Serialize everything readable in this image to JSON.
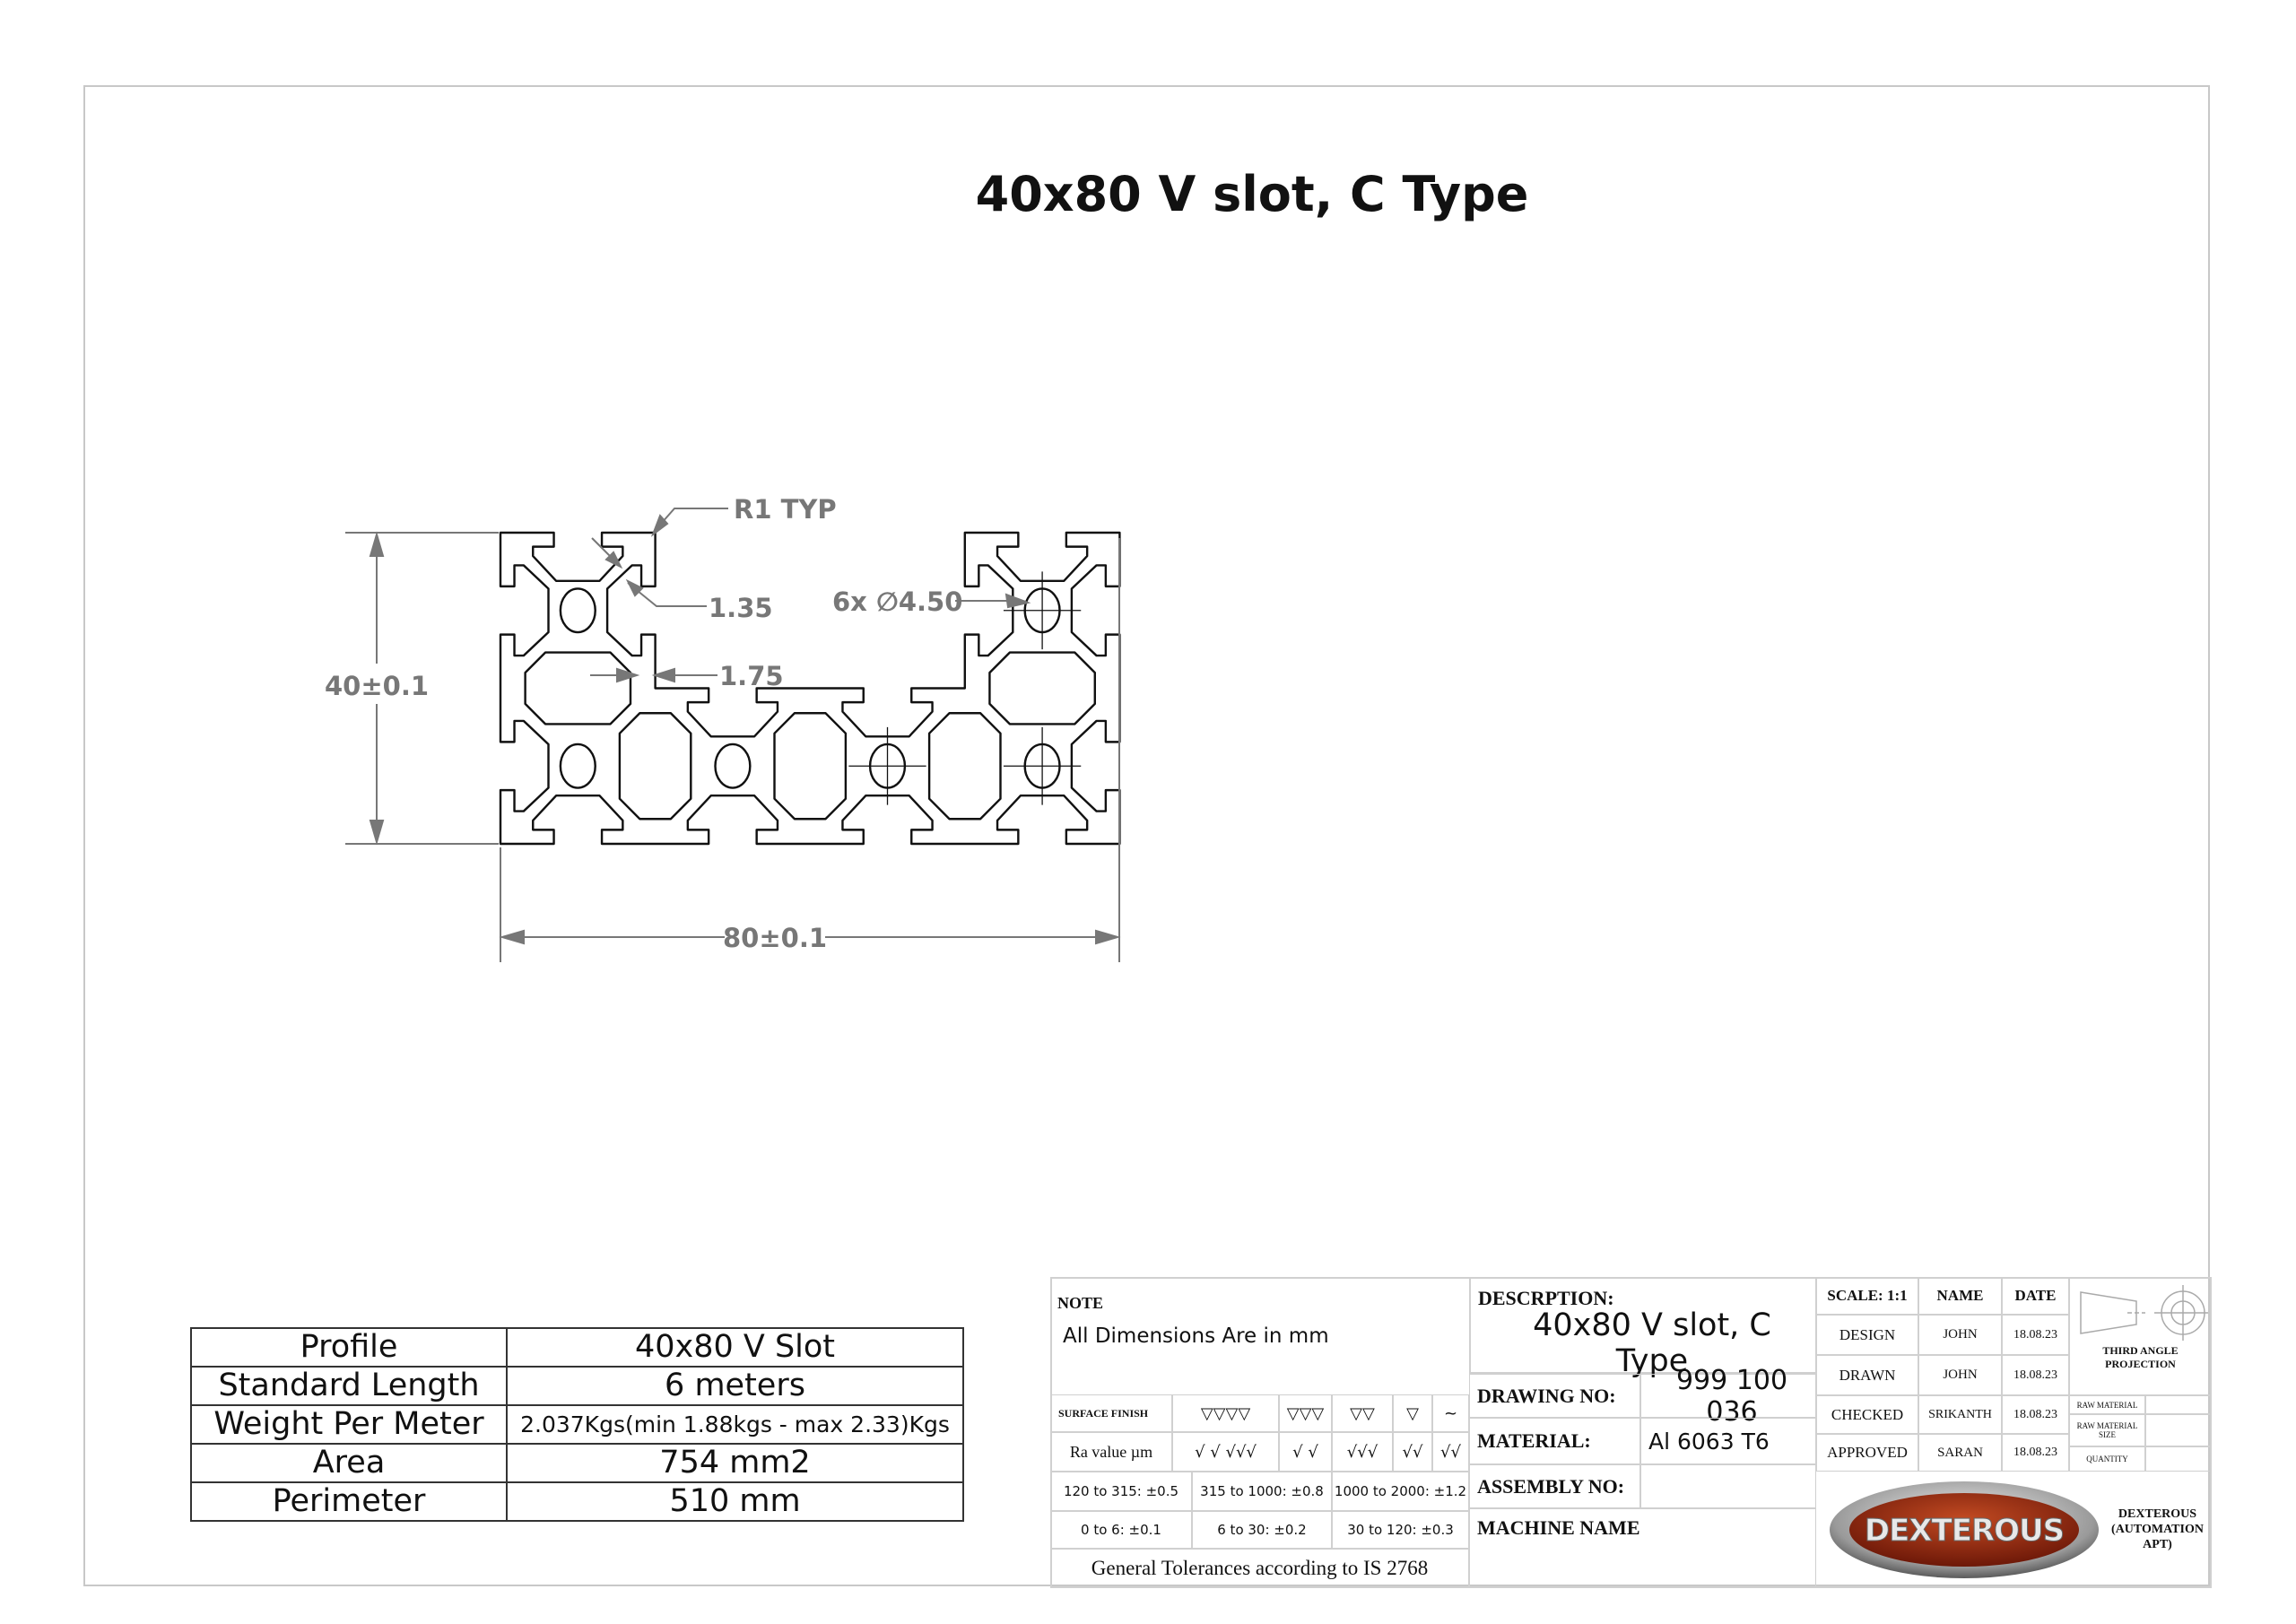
{
  "title": "40x80 V slot, C Type",
  "drawing": {
    "dims": {
      "height": "40±0.1",
      "width": "80±0.1",
      "radius": "R1 TYP",
      "wall1": "1.35",
      "wall2": "1.75",
      "holes": "6x ∅4.50"
    }
  },
  "properties": [
    {
      "label": "Profile",
      "value": "40x80 V Slot"
    },
    {
      "label": "Standard Length",
      "value": "6 meters"
    },
    {
      "label": "Weight Per Meter",
      "value": "2.037Kgs(min 1.88kgs - max 2.33)Kgs"
    },
    {
      "label": "Area",
      "value": "754 mm2"
    },
    {
      "label": "Perimeter",
      "value": "510 mm"
    }
  ],
  "title_block": {
    "note_label": "NOTE",
    "note_text": "All Dimensions Are in mm",
    "surface_finish_label": "SURFACE FINISH",
    "finish_symbols": [
      "▽▽▽▽",
      "▽▽▽",
      "▽▽",
      "▽",
      "~"
    ],
    "ra_label": "Ra value µm",
    "ra_symbols": [
      "√ √ √√√",
      "√ √",
      "√√√",
      "√√",
      "√√"
    ],
    "tolerances_row1": [
      "120 to 315: ±0.5",
      "315 to 1000: ±0.8",
      "1000 to 2000: ±1.2"
    ],
    "tolerances_row2": [
      "0 to 6: ±0.1",
      "6 to 30: ±0.2",
      "30 to 120: ±0.3"
    ],
    "general_tolerances": "General Tolerances according to IS 2768",
    "description_label": "DESCRPTION:",
    "description": "40x80 V slot, C Type",
    "drawing_no_label": "DRAWING NO:",
    "drawing_no": "999 100 036",
    "material_label": "MATERIAL:",
    "material": "Al 6063 T6",
    "assembly_no_label": "ASSEMBLY NO:",
    "assembly_no": "",
    "machine_name_label": "MACHINE NAME",
    "scale_label": "SCALE: 1:1",
    "name_header": "NAME",
    "date_header": "DATE",
    "signoffs": [
      {
        "role": "DESIGN",
        "name": "JOHN",
        "date": "18.08.23"
      },
      {
        "role": "DRAWN",
        "name": "JOHN",
        "date": "18.08.23"
      },
      {
        "role": "CHECKED",
        "name": "SRIKANTH",
        "date": "18.08.23"
      },
      {
        "role": "APPROVED",
        "name": "SARAN",
        "date": "18.08.23"
      }
    ],
    "projection_label": "THIRD ANGLE PROJECTION",
    "raw_material_label": "RAW MATERIAL",
    "raw_material_size_label": "RAW MATERIAL SIZE",
    "quantity_label": "QUANTITY",
    "logo_text": "DEXTEROUS",
    "company": "DEXTEROUS (AUTOMATION APT)",
    "colors": {
      "logo_red": "#9a2a10",
      "dimension_gray": "#777777"
    }
  }
}
